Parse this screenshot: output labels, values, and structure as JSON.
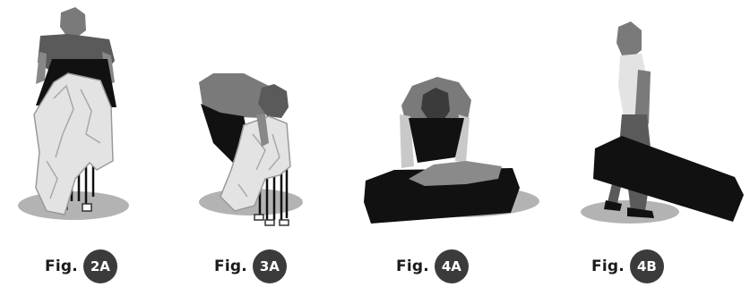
{
  "figures": [
    {
      "prefix": "Fig.",
      "number": "2A"
    },
    {
      "prefix": "Fig.",
      "number": "3A"
    },
    {
      "prefix": "Fig.",
      "number": "4A"
    },
    {
      "prefix": "Fig.",
      "number": "4B"
    }
  ],
  "colors": {
    "shadow": "#b3b3b3",
    "dark": "#111111",
    "mid": "#7a7a7a",
    "light": "#e3e3e3",
    "badge": "#3b3b3b"
  }
}
